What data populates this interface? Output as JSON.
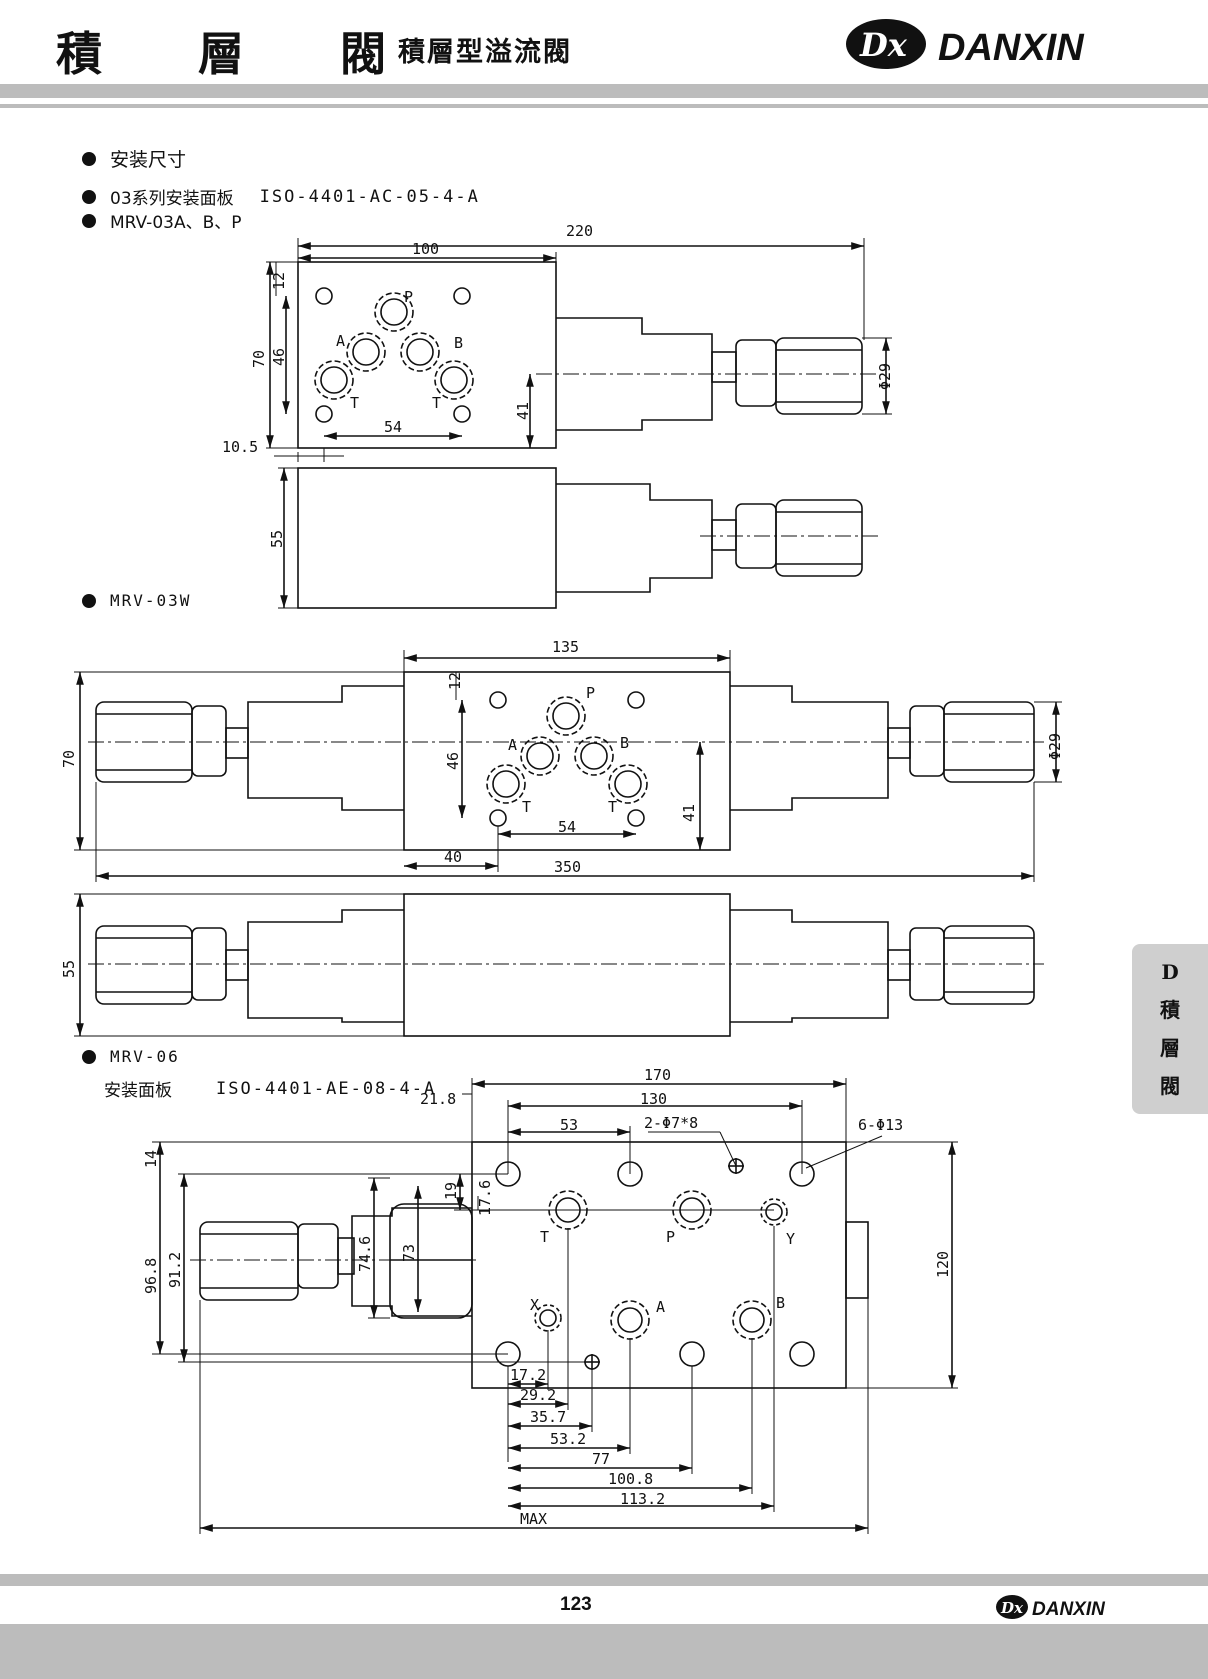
{
  "header": {
    "title": "積 層 閥",
    "subtitle": "積層型溢流閥",
    "brand": "DANXIN",
    "logo_letters": "Dx"
  },
  "sections": {
    "install_dimensions": "安装尺寸",
    "mount_plate_03_label": "03系列安装面板",
    "mount_plate_03_code": "ISO-4401-AC-05-4-A",
    "model_abp": "MRV-03A、B、P",
    "model_w": "MRV-03W",
    "model_06": "MRV-06",
    "mount_plate_06_label": "安装面板",
    "mount_plate_06_code": "ISO-4401-AE-08-4-A"
  },
  "side_tab": {
    "letter": "D",
    "chars": [
      "積",
      "層",
      "閥"
    ]
  },
  "footer": {
    "page": "123",
    "brand": "DANXIN"
  },
  "dims": {
    "d220": "220",
    "d100": "100",
    "d12": "12",
    "d70": "70",
    "d46": "46",
    "d41": "41",
    "d54": "54",
    "d10_5": "10.5",
    "d55": "55",
    "phi29": "Φ29",
    "d135": "135",
    "d40": "40",
    "d350": "350",
    "d170": "170",
    "d21_8": "21.8",
    "d130": "130",
    "d53": "53",
    "holes_2": "2-Φ7*8",
    "holes_6": "6-Φ13",
    "d14": "14",
    "d19": "19",
    "d17_6": "17.6",
    "d96_8": "96.8",
    "d91_2": "91.2",
    "d74_6": "74.6",
    "d73": "73",
    "d120": "120",
    "d17_2": "17.2",
    "d29_2": "29.2",
    "d35_7": "35.7",
    "d53_2": "53.2",
    "d77": "77",
    "d100_8": "100.8",
    "d113_2": "113.2",
    "max": "MAX"
  },
  "ports": {
    "P": "P",
    "A": "A",
    "B": "B",
    "T": "T",
    "X": "X",
    "Y": "Y"
  }
}
